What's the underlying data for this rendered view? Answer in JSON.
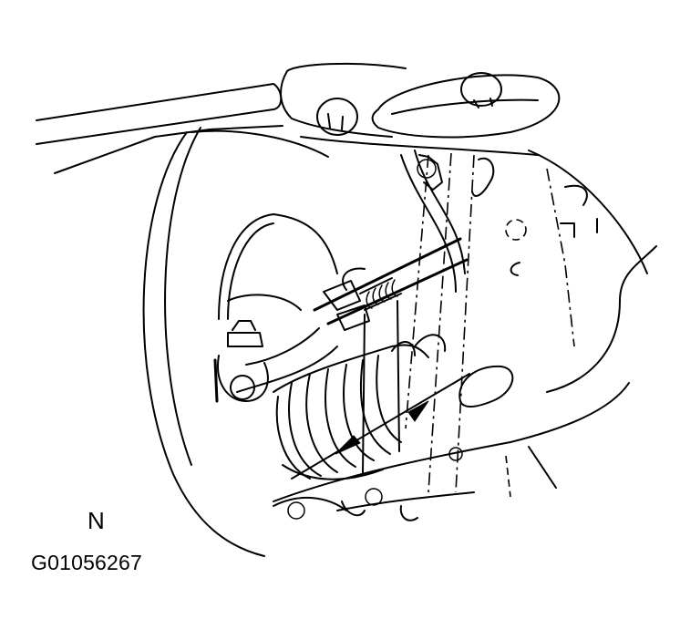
{
  "figure": {
    "description": "Steering tie rod end / rack boot assembly line illustration with alignment measurement arrows",
    "view_label": "N",
    "figure_id": "G01056267",
    "colors": {
      "line": "#000000",
      "background": "#ffffff"
    },
    "parts": [
      "tie-rod-end",
      "tie-rod-end-nut",
      "lock-nut",
      "rack-boot",
      "steering-knuckle",
      "wheel-tire-outline",
      "subframe",
      "lower-arm",
      "measurement-arrow"
    ]
  }
}
